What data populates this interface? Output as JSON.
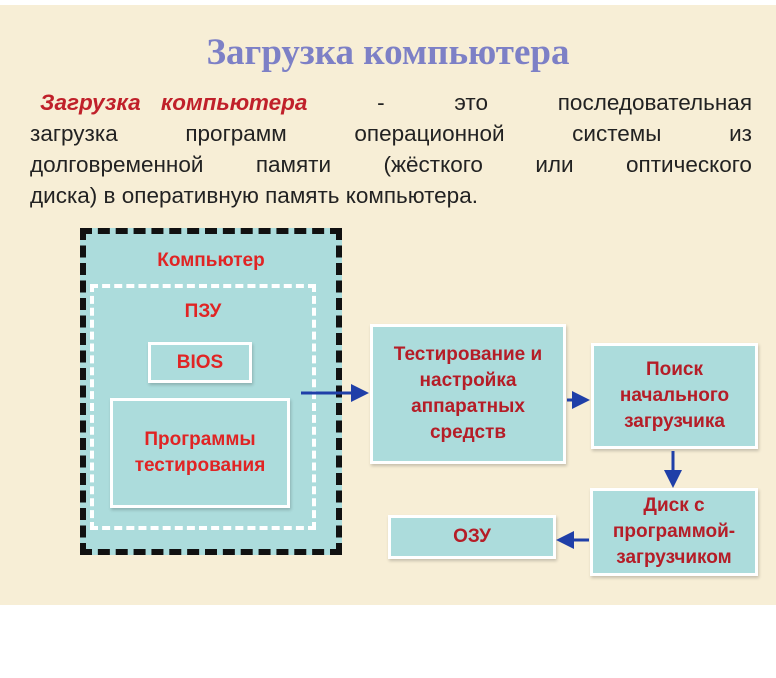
{
  "title": "Загрузка компьютера",
  "definition": {
    "term": "Загрузка компьютера",
    "lines": [
      [
        "-",
        "это",
        "последовательная"
      ],
      [
        "загрузка",
        "программ",
        "операционной",
        "системы",
        "из"
      ],
      [
        "долговременной",
        "памяти",
        "(жёсткого",
        "или",
        "оптического"
      ],
      [
        "диска) в оперативную память компьютера."
      ]
    ]
  },
  "diagram": {
    "computer_label": "Компьютер",
    "rom_label": "ПЗУ",
    "bios_label": "BIOS",
    "test_programs_label": "Программы тестирования",
    "hw_test_label": "Тестирование и настройка аппаратных средств",
    "bootloader_search_label": "Поиск начального загрузчика",
    "boot_disk_label": "Диск с программой-загрузчиком",
    "ram_label": "ОЗУ"
  },
  "colors": {
    "background": "#f7eed6",
    "box": "#acdcdc",
    "title": "#7d80c6",
    "label": "#b51d27",
    "arrow": "#1f3fa8"
  }
}
